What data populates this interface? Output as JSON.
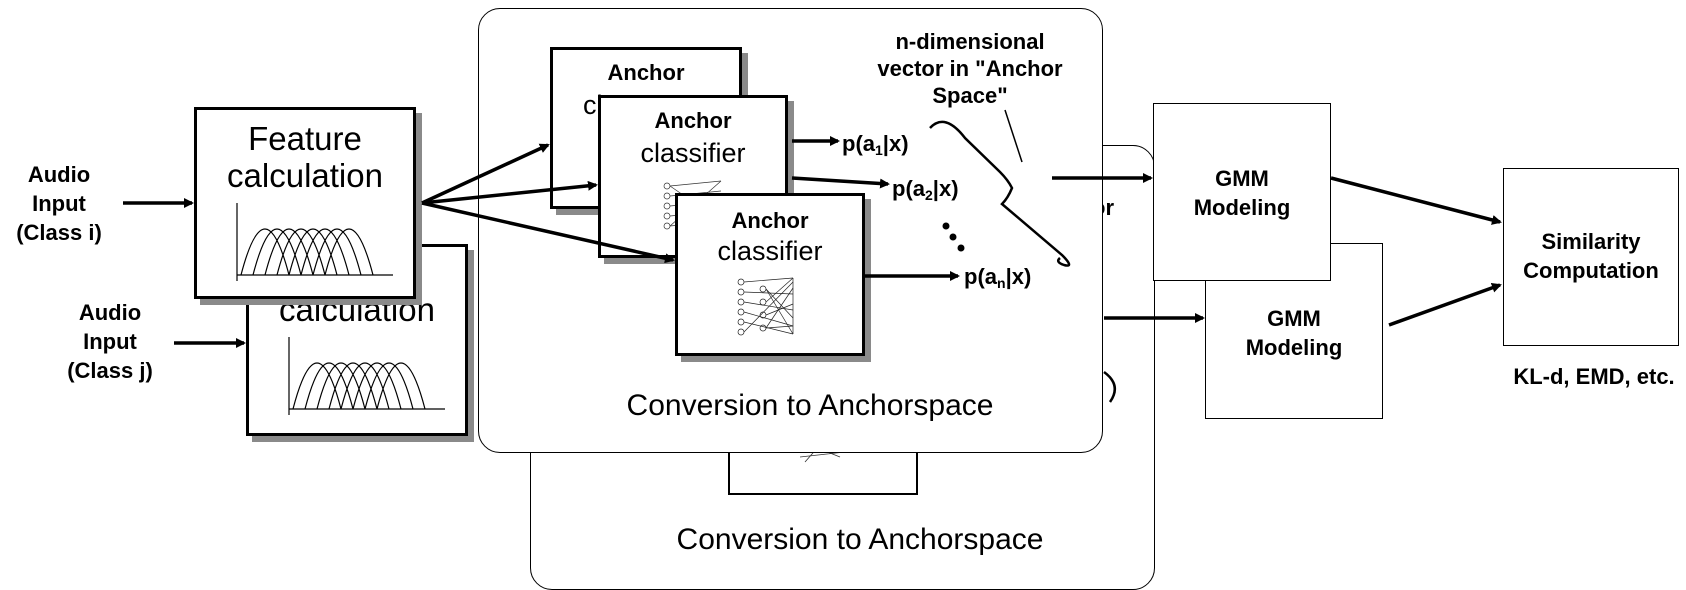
{
  "inputs": {
    "i": {
      "line1": "Audio",
      "line2": "Input",
      "line3": "(Class i)"
    },
    "j": {
      "line1": "Audio",
      "line2": "Input",
      "line3": "(Class j)"
    }
  },
  "feature": {
    "line1": "Feature",
    "line2": "calculation",
    "back_visible": "calculation"
  },
  "anchor": {
    "title": "Anchor",
    "subtitle": "classifier",
    "back_partial": "cl"
  },
  "probabilities": {
    "p1": {
      "pre": "p(a",
      "sub": "1",
      "post": "|x)"
    },
    "p2": {
      "pre": "p(a",
      "sub": "2",
      "post": "|x)"
    },
    "pn": {
      "pre": "p(a",
      "sub": "n",
      "post": "|x)"
    }
  },
  "vector_note": {
    "line1": "n-dimensional",
    "line2": "vector in \"Anchor",
    "line3": "Space\""
  },
  "back_fragment": "or",
  "panel_label": "Conversion to Anchorspace",
  "gmm": {
    "line1": "GMM",
    "line2": "Modeling"
  },
  "similarity": {
    "line1": "Similarity",
    "line2": "Computation"
  },
  "metrics": "KL-d, EMD, etc."
}
